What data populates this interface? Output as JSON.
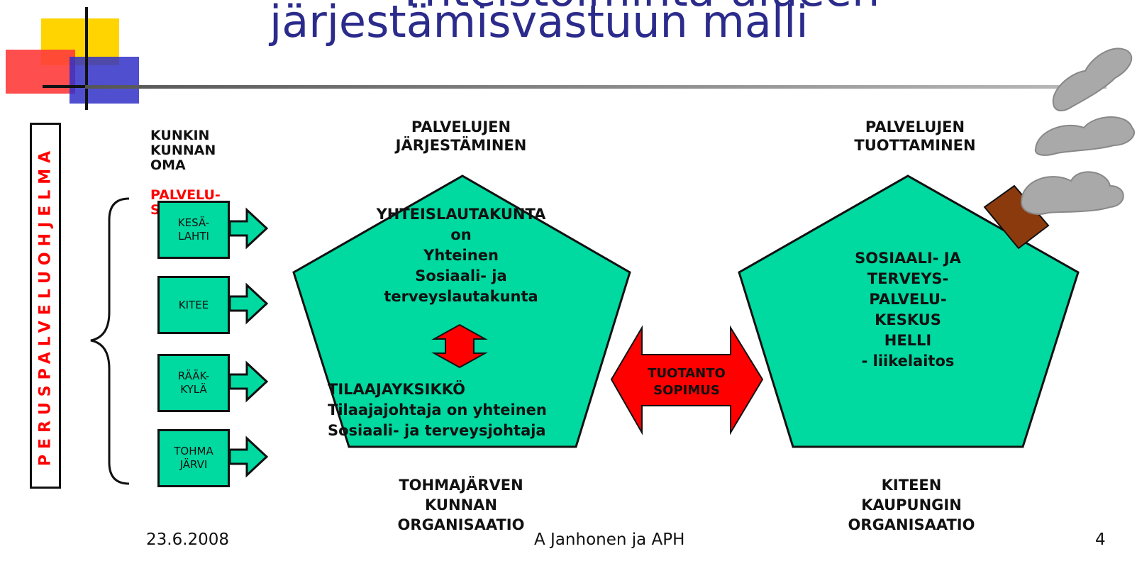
{
  "title": {
    "line1": "Yhteistoiminta-alueen",
    "line2": "järjestämisvastuun malli"
  },
  "left_column": {
    "vertical_label": "PERUSPALVELUOHJELMA",
    "header_black": "KUNKIN\nKUNNAN\nOMA",
    "header_red": "PALVELU-\nSOPIMUS",
    "municipalities": [
      "KESÄ-\nLAHTI",
      "KITEE",
      "RÄÄK-\nKYLÄ",
      "TOHMA\nJÄRVI"
    ]
  },
  "organizing": {
    "header": "PALVELUJEN\nJÄRJESTÄMINEN",
    "board": "YHTEISLAUTAKUNTA\non\nYhteinen\nSosiaali- ja\nterveyslautakunta",
    "unit_title": "TILAAJAYKSIKKÖ",
    "unit_text": "Tilaajajohtaja on yhteinen\nSosiaali- ja terveysjohtaja",
    "organisation": "TOHMAJÄRVEN\nKUNNAN\nORGANISAATIO"
  },
  "contract": "TUOTANTO\nSOPIMUS",
  "producing": {
    "header": "PALVELUJEN\nTUOTTAMINEN",
    "center": "SOSIAALI- JA\nTERVEYS-\nPALVELU-\nKESKUS\nHELLI\n- liikelaitos",
    "organisation": "KITEEN\nKAUPUNGIN\nORGANISAATIO"
  },
  "footer": {
    "date": "23.6.2008",
    "author": "A Janhonen ja APH",
    "page": "4"
  },
  "colors": {
    "shape_fill": "#00d9a0",
    "arrow_red": "#ff0000",
    "title_blue": "#2b2b8c",
    "chimney": "#8b3a0e",
    "smoke": "#a9a9a9"
  }
}
